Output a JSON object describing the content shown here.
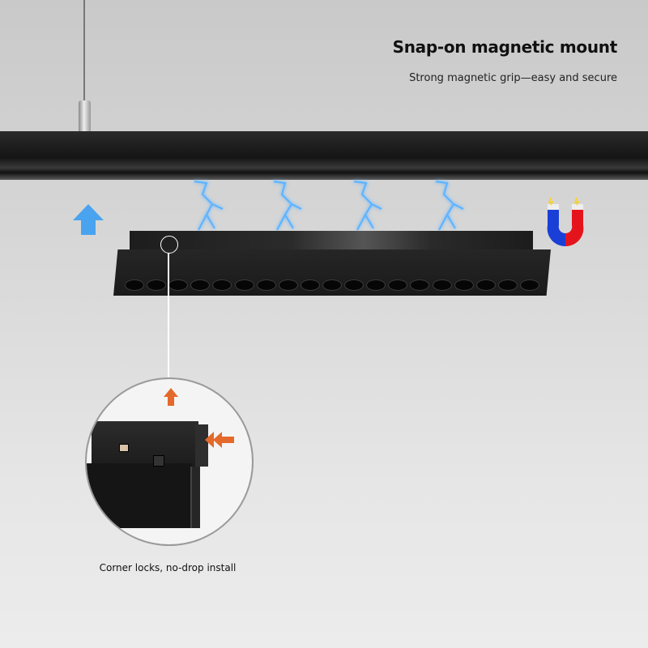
{
  "header": {
    "title": "Snap-on magnetic mount",
    "subtitle": "Strong magnetic grip—easy and secure"
  },
  "callout": {
    "caption": "Corner locks, no-drop install"
  },
  "icons": [
    "lightning-icon",
    "up-arrow-icon",
    "magnet-icon",
    "arrow-up-icon",
    "double-arrow-left-icon"
  ],
  "colors": {
    "lightning": "#4aa8ff",
    "arrow_blue": "#4aa3ef",
    "arrow_orange": "#e46a2c",
    "magnet_north": "#e5141c",
    "magnet_south": "#1a3fd6"
  }
}
